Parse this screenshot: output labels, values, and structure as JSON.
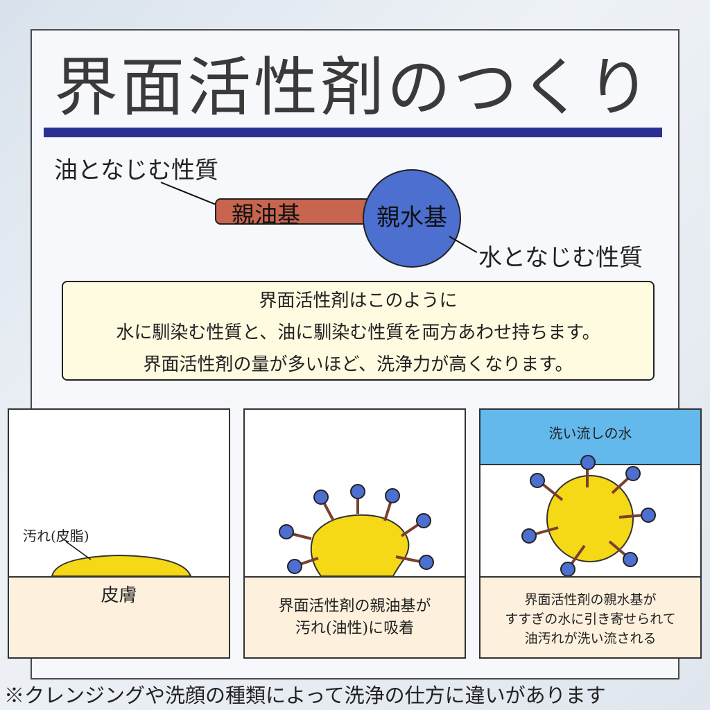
{
  "title": "界面活性剤のつくり",
  "structure": {
    "oil_nature": "油となじむ性質",
    "lipophilic": "親油基",
    "hydrophilic": "親水基",
    "water_nature": "水となじむ性質"
  },
  "note": {
    "line1": "界面活性剤はこのように",
    "line2": "水に馴染む性質と、油に馴染む性質を両方あわせ持ちます。",
    "line3": "界面活性剤の量が多いほど、洗浄力が高くなります。"
  },
  "panels": [
    {
      "dirt_label": "汚れ(皮脂)",
      "skin_label": "皮膚"
    },
    {
      "caption_line1": "界面活性剤の親油基が",
      "caption_line2": "汚れ(油性)に吸着"
    },
    {
      "water_label": "洗い流しの水",
      "caption_line1": "界面活性剤の親水基が",
      "caption_line2": "すすぎの水に引き寄せられて",
      "caption_line3": "油汚れが洗い流される"
    }
  ],
  "footnote": "※クレンジングや洗顔の種類によって洗浄の仕方に違いがあります",
  "colors": {
    "rule": "#2b2f93",
    "lipophilic": "#c8654f",
    "hydrophilic": "#4c6fd0",
    "dirt": "#f5d816",
    "water": "#63b8ec",
    "skin": "#fdf0dc",
    "note_bg": "#fefbe0"
  }
}
